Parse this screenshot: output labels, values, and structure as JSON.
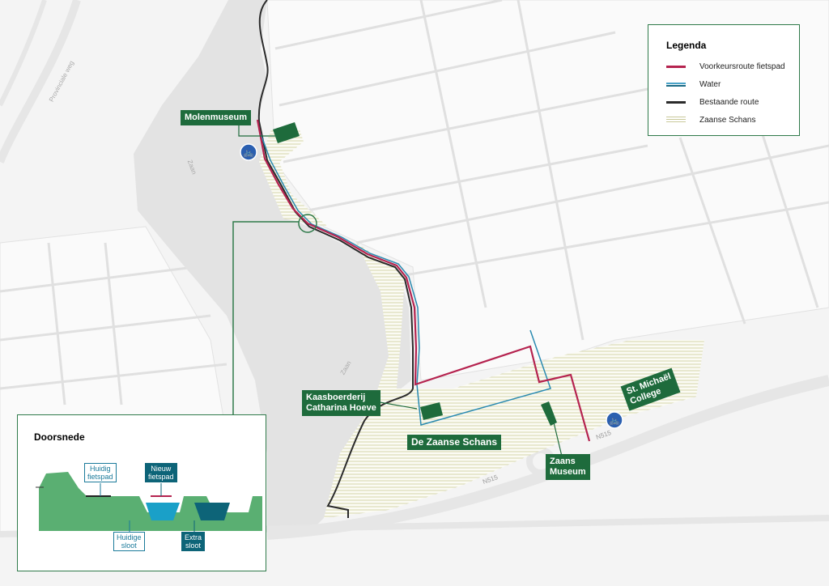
{
  "map": {
    "labels": {
      "molenmuseum": "Molenmuseum",
      "kaasboerderij": "Kaasboerderij\nCatharina Hoeve",
      "zaanse_schans": "De Zaanse Schans",
      "zaans_museum": "Zaans\nMuseum",
      "st_michael": "St. Michaël\nCollege"
    },
    "street_names": {
      "provinciale_weg": "Provinciale weg",
      "zaan_1": "Zaan",
      "zaan_2": "Zaan",
      "n515_1": "N515",
      "n515_2": "N515"
    },
    "icons": [
      "bicycle-icon",
      "bicycle-icon"
    ]
  },
  "legend": {
    "title": "Legenda",
    "items": [
      {
        "label": "Voorkeursroute fietspad",
        "color": "#b5234f"
      },
      {
        "label": "Water",
        "color": "#2a8ab0"
      },
      {
        "label": "Bestaande route",
        "color": "#2b2b2b"
      },
      {
        "label": "Zaanse Schans",
        "color": "#c9c99a"
      }
    ]
  },
  "cross_section": {
    "title": "Doorsnede",
    "tags": {
      "huidig_fietspad": "Huidig\nfietspad",
      "nieuw_fietspad": "Nieuw\nfietspad",
      "huidige_sloot": "Huidige\nsloot",
      "extra_sloot": "Extra\nsloot"
    }
  },
  "colors": {
    "label_green": "#1e6b3c",
    "route": "#b5234f",
    "water": "#2a8ab0",
    "existing": "#2b2b2b"
  }
}
